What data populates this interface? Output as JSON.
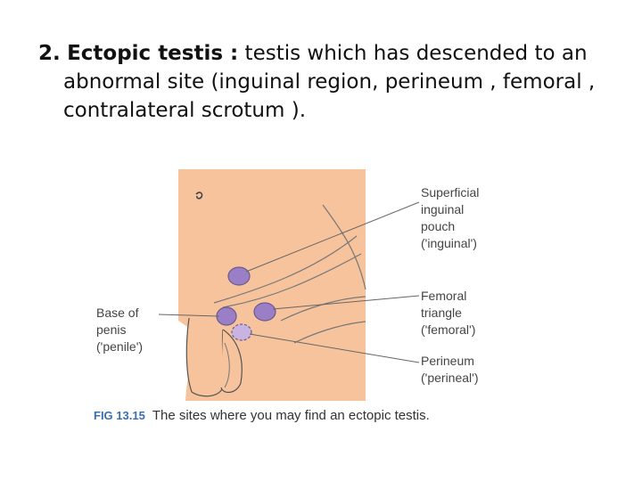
{
  "bullet": {
    "number": "2.",
    "term": "Ectopic testis :",
    "text": " testis which has descended to an abnormal site (inguinal region, perineum , femoral , contralateral scrotum )."
  },
  "figure": {
    "labels": {
      "superficial": [
        "Superficial",
        "inguinal",
        "pouch",
        "('inguinal')"
      ],
      "femoral": [
        "Femoral",
        "triangle",
        "('femoral')"
      ],
      "perineum": [
        "Perineum",
        "('perineal')"
      ],
      "penile": [
        "Base of",
        "penis",
        "('penile')"
      ]
    },
    "caption_number": "FIG 13.15",
    "caption_text": "The sites where you may find an ectopic testis.",
    "colors": {
      "skin": "#f7c39c",
      "testis": "#9a7fc6",
      "outline": "#6a5a8a",
      "leader_line": "#666666"
    }
  }
}
